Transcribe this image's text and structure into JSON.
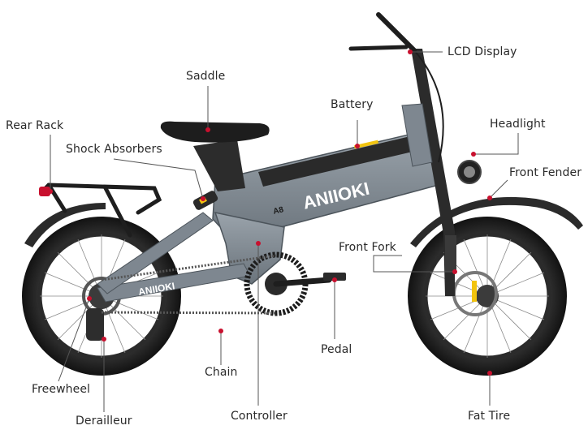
{
  "brand": {
    "logo_main": "ANIIOKI",
    "logo_chainstay": "ANIIOKI",
    "model": "A8",
    "accent_color": "#f2c40f"
  },
  "colors": {
    "frame": "#7e8790",
    "frame_dark": "#5d666e",
    "tire": "#1a1a1a",
    "leader_line": "#555555",
    "dot": "#c8102e"
  },
  "labels": {
    "lcd_display": "LCD Display",
    "saddle": "Saddle",
    "battery": "Battery",
    "headlight": "Headlight",
    "rear_rack": "Rear Rack",
    "shock_absorbers": "Shock Absorbers",
    "front_fender": "Front Fender",
    "front_fork": "Front Fork",
    "pedal": "Pedal",
    "chain": "Chain",
    "freewheel": "Freewheel",
    "controller": "Controller",
    "fat_tire": "Fat Tire",
    "derailleur": "Derailleur"
  }
}
